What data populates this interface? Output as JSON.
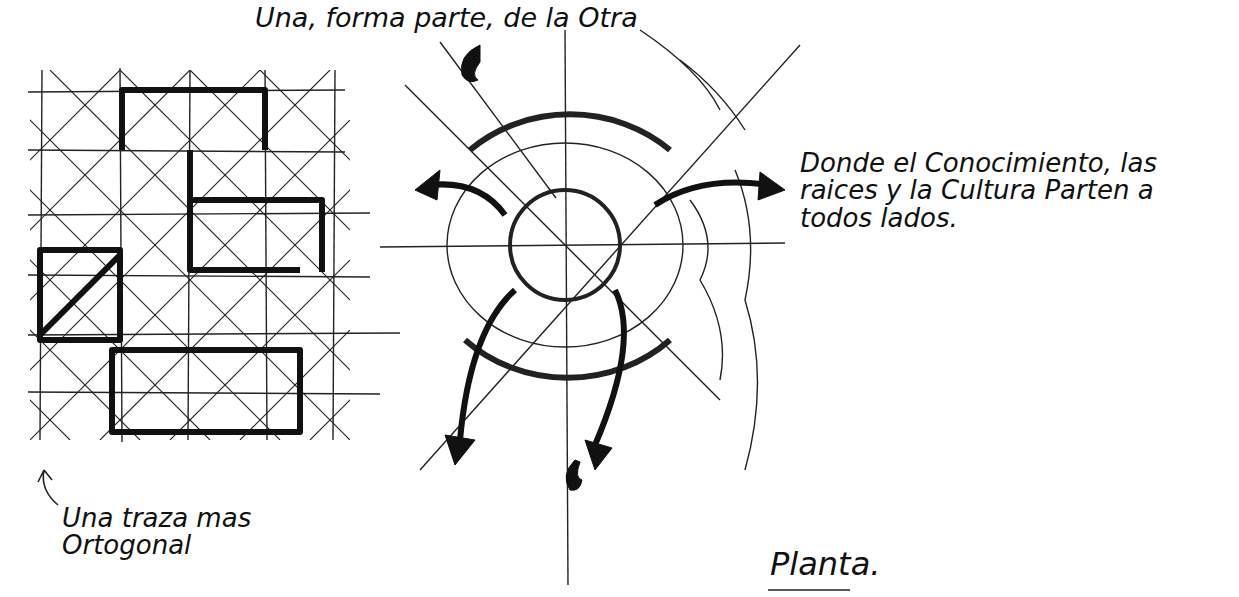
{
  "diagram": {
    "labels": [
      "Una, forma parte, de la Otra",
      "Donde el Conocimiento, las raices y la Cultura Parten a todos lados.",
      "Una traza mas Ortogonal",
      "Planta."
    ]
  }
}
